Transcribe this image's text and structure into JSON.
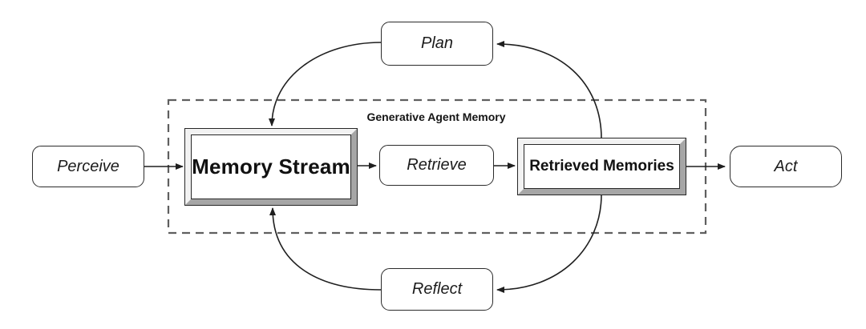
{
  "diagram": {
    "group_label": "Generative Agent Memory",
    "nodes": {
      "perceive": {
        "label": "Perceive",
        "shape": "rounded-pill"
      },
      "memory_stream": {
        "label": "Memory Stream",
        "shape": "beveled-frame"
      },
      "retrieve": {
        "label": "Retrieve",
        "shape": "rounded-pill"
      },
      "retrieved_memories": {
        "label": "Retrieved Memories",
        "shape": "beveled-frame"
      },
      "act": {
        "label": "Act",
        "shape": "rounded-pill"
      },
      "plan": {
        "label": "Plan",
        "shape": "rounded-pill"
      },
      "reflect": {
        "label": "Reflect",
        "shape": "rounded-pill"
      }
    },
    "edges": [
      {
        "from": "Perceive",
        "to": "Memory Stream",
        "style": "straight-arrow"
      },
      {
        "from": "Memory Stream",
        "to": "Retrieve",
        "style": "straight-arrow"
      },
      {
        "from": "Retrieve",
        "to": "Retrieved Memories",
        "style": "straight-arrow"
      },
      {
        "from": "Retrieved Memories",
        "to": "Act",
        "style": "straight-arrow"
      },
      {
        "from": "Retrieved Memories",
        "to": "Plan",
        "style": "curved-arrow"
      },
      {
        "from": "Plan",
        "to": "Memory Stream",
        "style": "curved-arrow"
      },
      {
        "from": "Retrieved Memories",
        "to": "Reflect",
        "style": "curved-arrow"
      },
      {
        "from": "Reflect",
        "to": "Memory Stream",
        "style": "curved-arrow"
      }
    ],
    "colors": {
      "background": "#ffffff",
      "stroke": "#1f1f1f",
      "dashed_boundary": "#5f5f5f",
      "bevel_light": "#f2f2f2",
      "bevel_dark": "#a6a6a6",
      "node_fill": "#ffffff",
      "text": "#141414"
    }
  }
}
